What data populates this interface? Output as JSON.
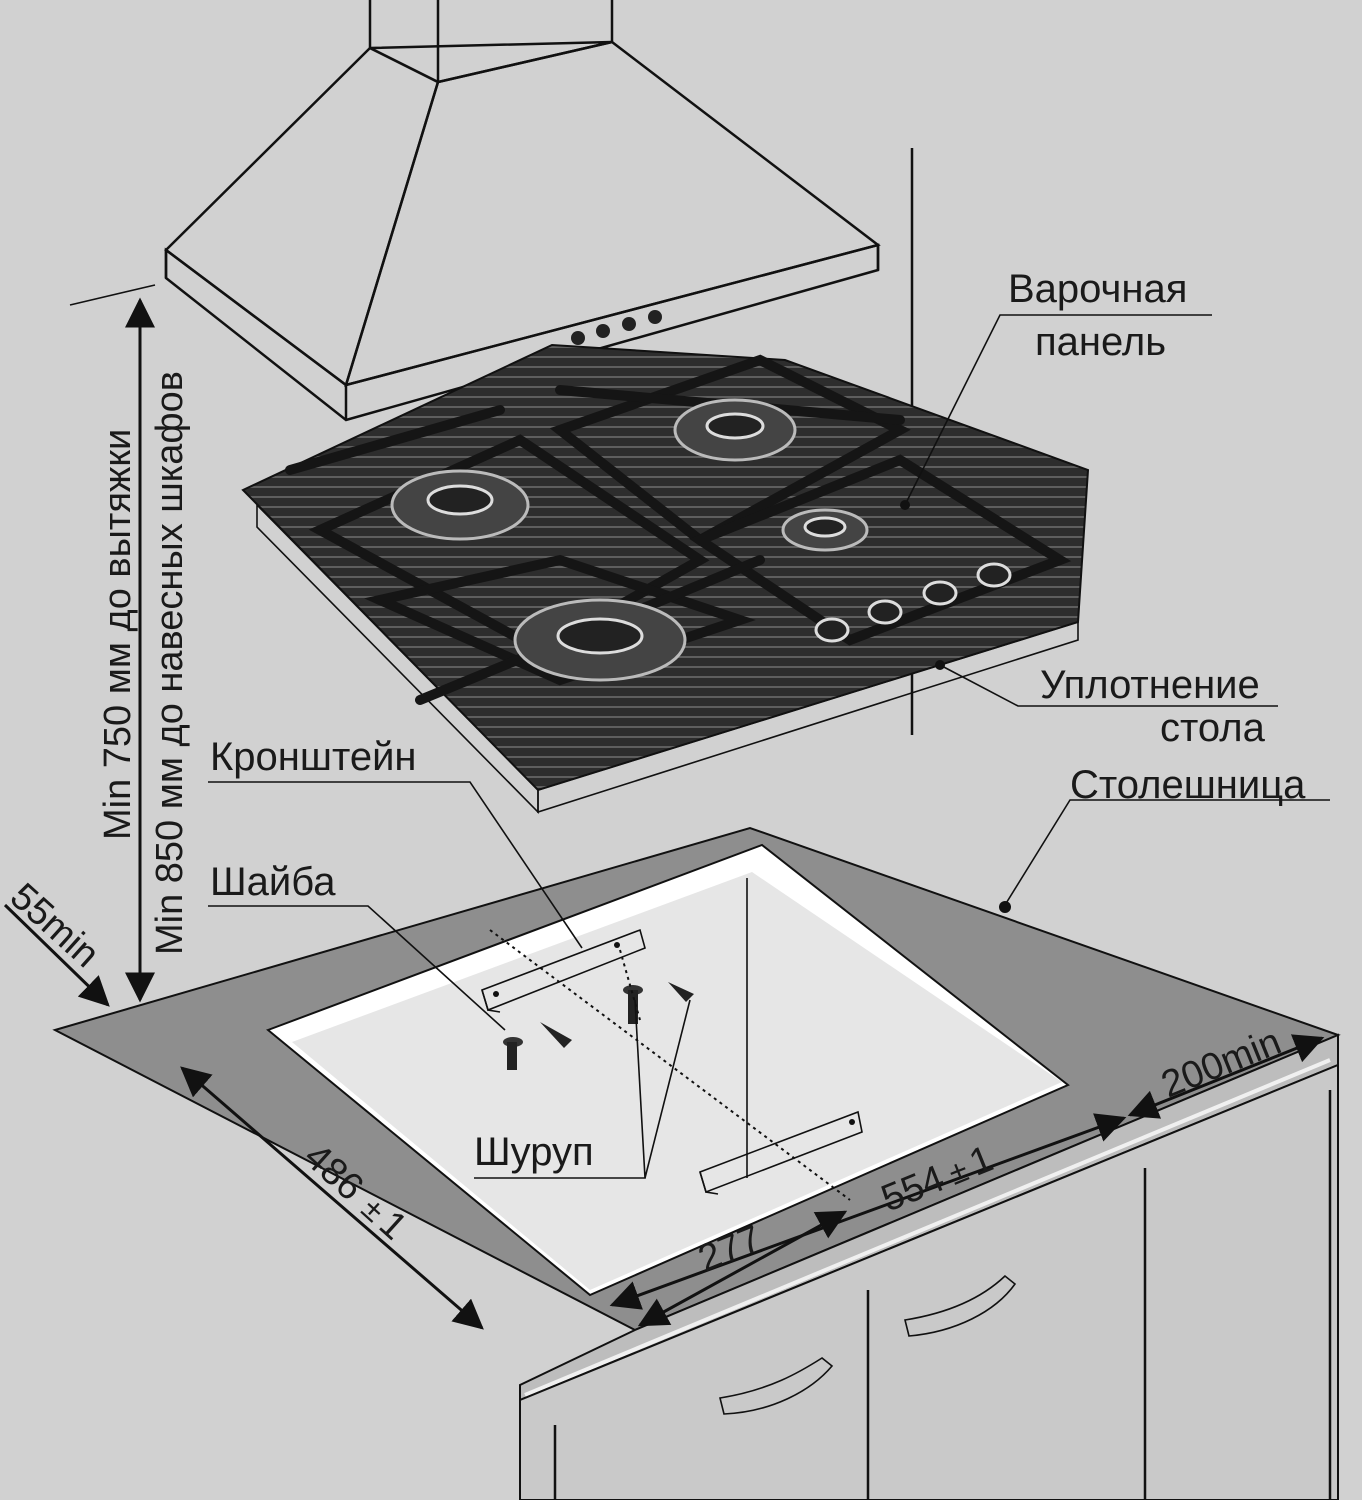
{
  "labels": {
    "hob": [
      "Варочная",
      "панель"
    ],
    "seal": [
      "Уплотнение",
      "стола"
    ],
    "countertop": "Столешница",
    "bracket": "Кронштейн",
    "washer": "Шайба",
    "screw": "Шуруп"
  },
  "dimensions": {
    "vertical_hood": "Min 750 мм до вытяжки",
    "vertical_cabinets": "Min 850 мм до навесных шкафов",
    "edge_front": "55min",
    "edge_side": "200min",
    "depth": "486",
    "depth_tol": "1",
    "width": "554",
    "width_tol": "1",
    "half_width": "277"
  },
  "colors": {
    "background": "#d1d1d1",
    "countertop": "#8e8e8e",
    "cutout": "#e6e6e6",
    "hob_glass": "#2a2a2a"
  }
}
